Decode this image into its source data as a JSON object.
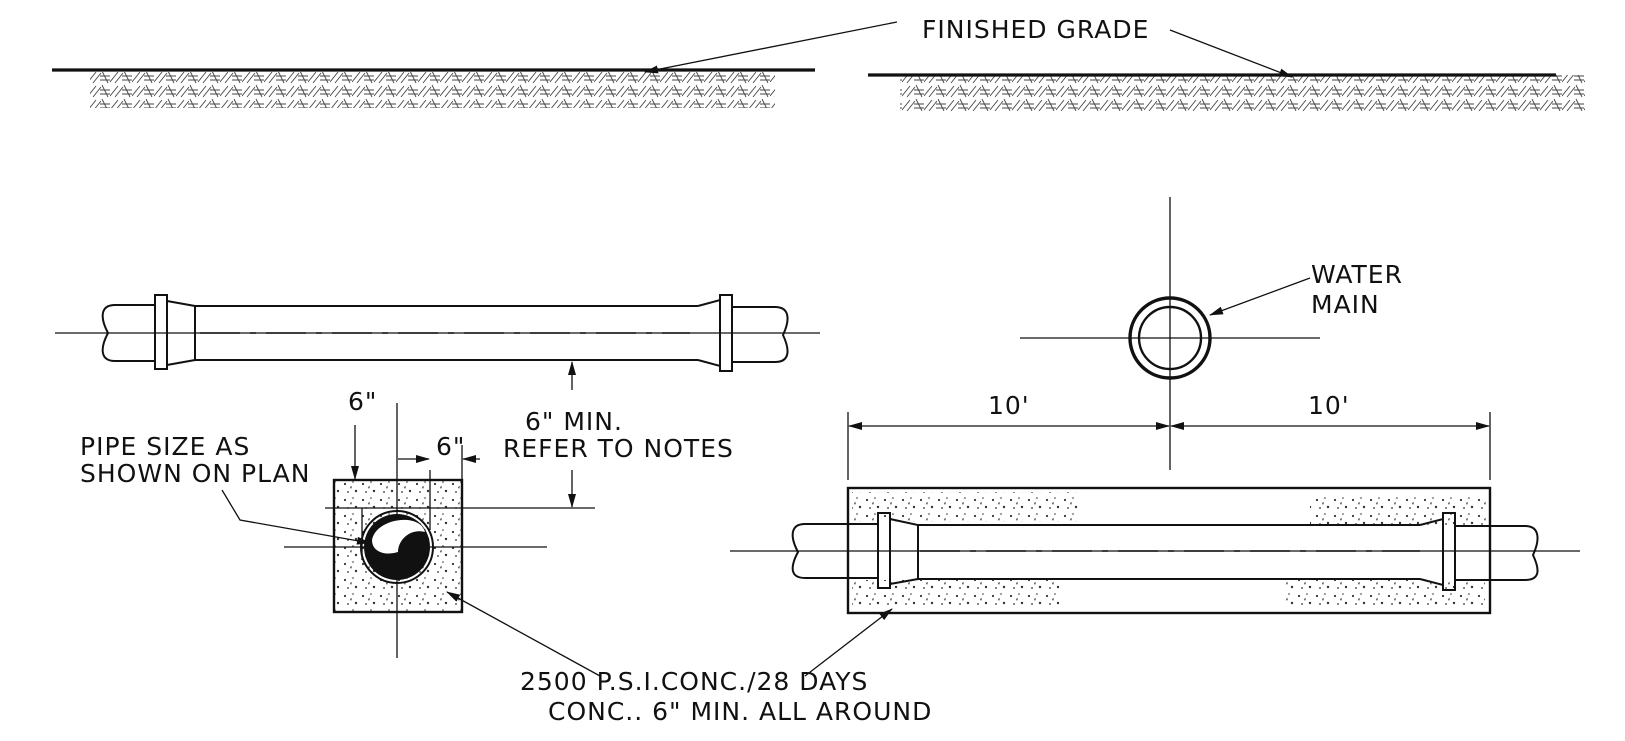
{
  "labels": {
    "finished_grade": "FINISHED GRADE",
    "water_main_line1": "WATER",
    "water_main_line2": "MAIN",
    "dim_6in_a": "6\"",
    "dim_6in_b": "6\"",
    "min_line1": "6\" MIN.",
    "min_line2": "REFER TO NOTES",
    "pipe_size_line1": "PIPE SIZE AS",
    "pipe_size_line2": "SHOWN ON PLAN",
    "dim_10ft_left": "10'",
    "dim_10ft_right": "10'",
    "concrete_line1": "2500 P.S.I.CONC./28 DAYS",
    "concrete_line2": "CONC.. 6\" MIN. ALL AROUND"
  },
  "colors": {
    "ink": "#111111",
    "background": "#ffffff"
  }
}
